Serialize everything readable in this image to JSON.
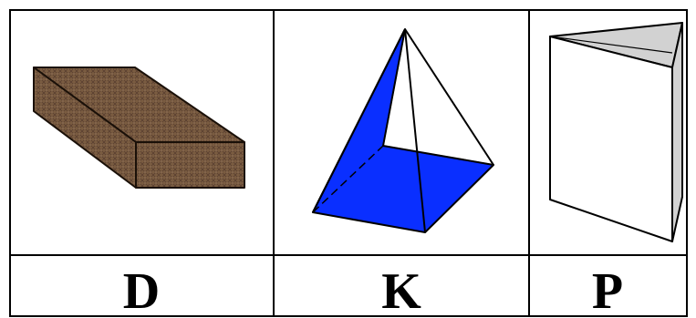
{
  "table": {
    "cells": [
      {
        "shape": "rectangular-prism",
        "label": "D",
        "color": "#7a5c41"
      },
      {
        "shape": "square-pyramid",
        "label": "K",
        "color": "#0a2fff"
      },
      {
        "shape": "triangular-prism",
        "label": "P",
        "color": "#d2d2d2"
      }
    ]
  },
  "colors": {
    "border": "#000000",
    "background": "#ffffff"
  }
}
